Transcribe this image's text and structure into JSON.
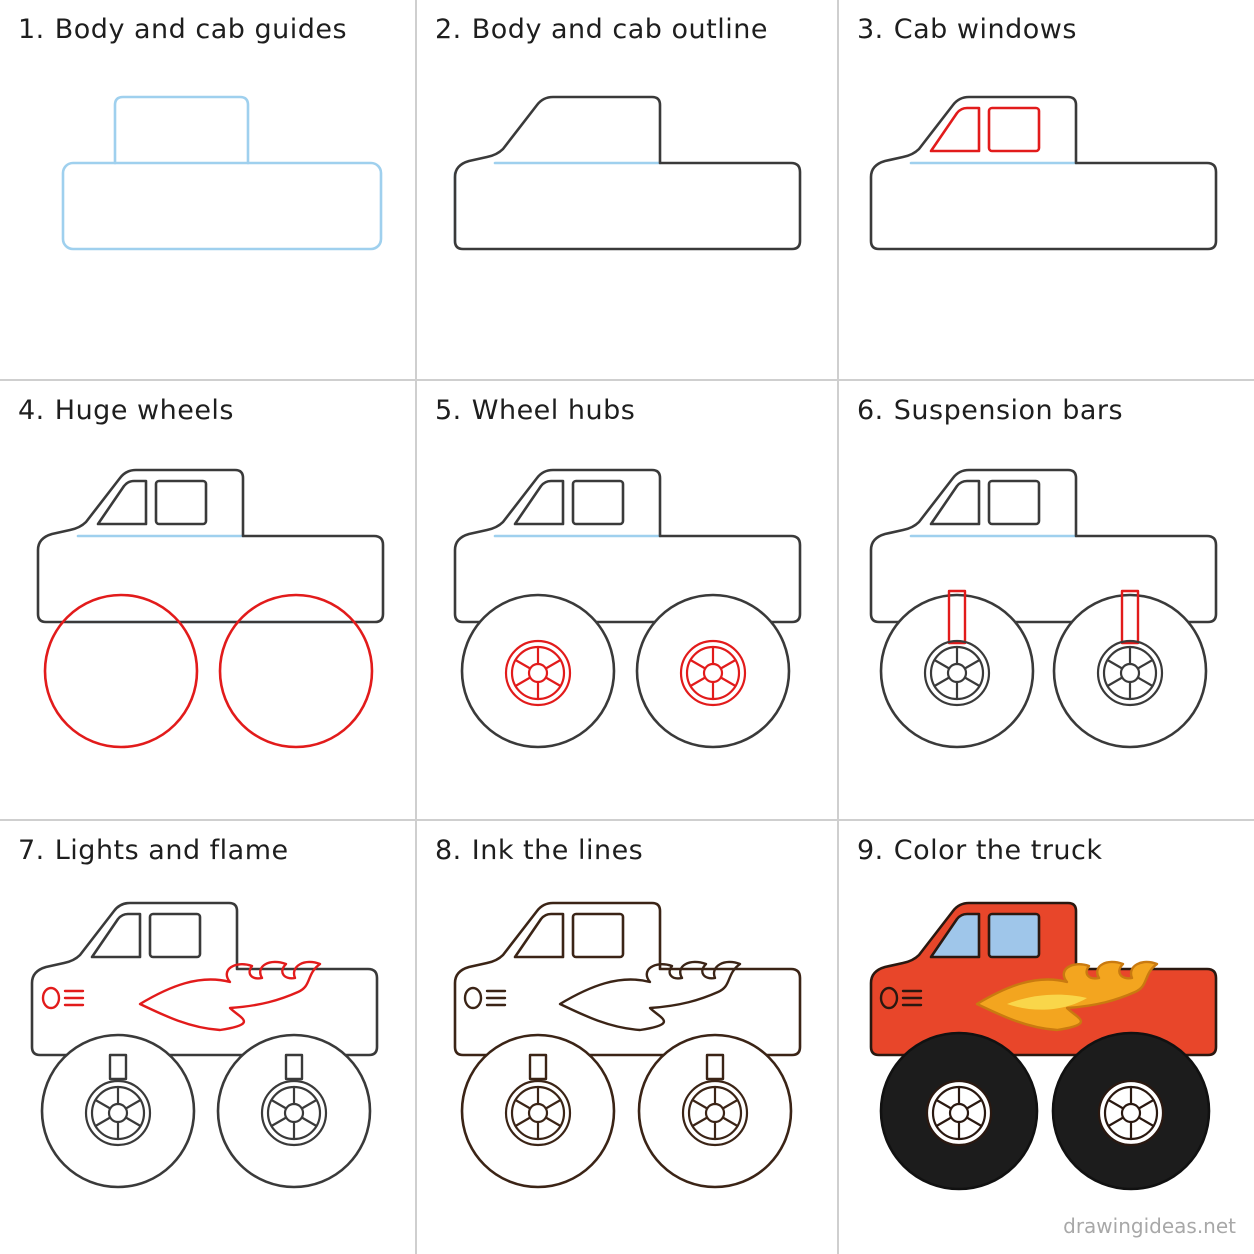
{
  "steps": [
    {
      "number": "1.",
      "title": "Body and cab guides"
    },
    {
      "number": "2.",
      "title": "Body and cab outline"
    },
    {
      "number": "3.",
      "title": "Cab windows"
    },
    {
      "number": "4.",
      "title": "Huge wheels"
    },
    {
      "number": "5.",
      "title": "Wheel hubs"
    },
    {
      "number": "6.",
      "title": "Suspension bars"
    },
    {
      "number": "7.",
      "title": "Lights and flame"
    },
    {
      "number": "8.",
      "title": "Ink the lines"
    },
    {
      "number": "9.",
      "title": "Color the truck"
    }
  ],
  "watermark": "drawingideas.net",
  "colors": {
    "guide": "#9fd0ee",
    "new_part": "#e21b1b",
    "pencil": "#3a3a3a",
    "ink": "#3b2416",
    "body_fill": "#e8462a",
    "window_fill": "#9fc6ea",
    "tire_fill": "#1c1c1c",
    "flame_outer": "#f3a51f",
    "flame_inner": "#f9d64a",
    "divider": "#cfcfcf"
  }
}
